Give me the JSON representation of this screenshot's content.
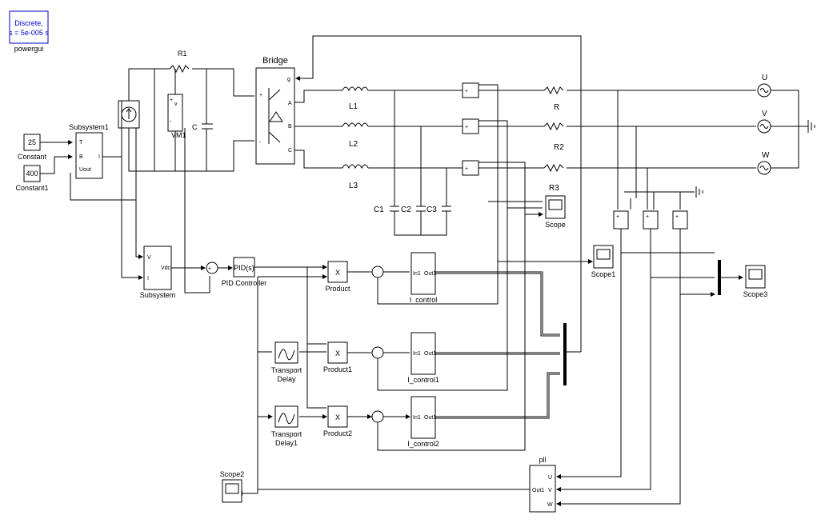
{
  "powergui": {
    "line1": "Discrete,",
    "line2": "s = 5e-005 s",
    "name": "powergui"
  },
  "constants": [
    {
      "value": "25",
      "name": "Constant"
    },
    {
      "value": "400",
      "name": "Constant1"
    }
  ],
  "subsystem1": {
    "name": "Subsystem1",
    "ports_in": [
      "T",
      "B",
      "Uout"
    ],
    "port_out": "I"
  },
  "subsystem": {
    "name": "Subsystem",
    "ports_in": [
      "V",
      "I"
    ],
    "port_out": "Vdc"
  },
  "pid": {
    "label": "PID(s)",
    "name": "PID Controller"
  },
  "bridge": {
    "name": "Bridge",
    "port_g": "g",
    "ports": [
      "A",
      "B",
      "C"
    ],
    "plus": "+",
    "minus": "-"
  },
  "components": {
    "r1": "R1",
    "c": "C",
    "vm1": "VM1",
    "l1": "L1",
    "l2": "L2",
    "l3": "L3",
    "c1": "C1",
    "c2": "C2",
    "c3": "C3",
    "r": "R",
    "r2": "R2",
    "r3": "R3",
    "u": "U",
    "v": "V",
    "w": "W"
  },
  "products": [
    {
      "symbol": "X",
      "name": "Product"
    },
    {
      "symbol": "X",
      "name": "Product1"
    },
    {
      "symbol": "X",
      "name": "Product2"
    }
  ],
  "controls": [
    {
      "in": "In1",
      "out": "Out1",
      "name": "I_control"
    },
    {
      "in": "In1",
      "out": "Out1",
      "name": "I_control1"
    },
    {
      "in": "In1",
      "out": "Out1",
      "name": "I_control2"
    }
  ],
  "delays": [
    {
      "line1": "Transport",
      "line2": "Delay"
    },
    {
      "line1": "Transport",
      "line2": "Delay1"
    }
  ],
  "scopes": {
    "scope": "Scope",
    "scope1": "Scope1",
    "scope2": "Scope2",
    "scope3": "Scope3"
  },
  "pll": {
    "name": "pll",
    "ports_in": [
      "U",
      "V",
      "W"
    ],
    "port_out": "Out1"
  },
  "signs": {
    "plus": "+",
    "minus": "-",
    "vm_v": "v"
  }
}
